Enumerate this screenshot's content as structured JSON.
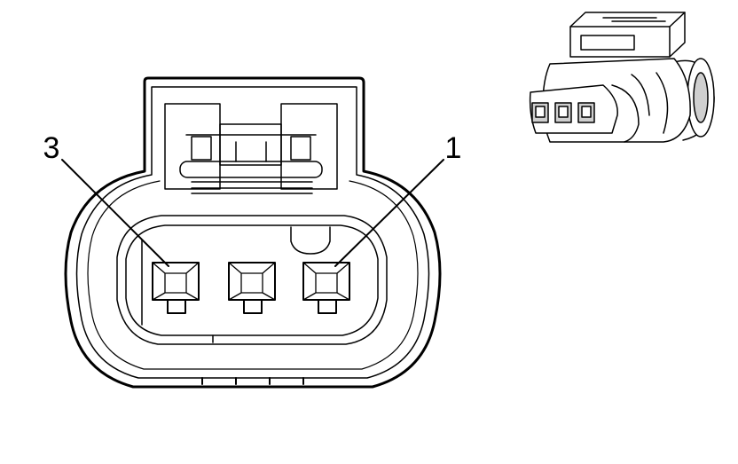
{
  "callouts": [
    {
      "id": "pin-3",
      "label": "3"
    },
    {
      "id": "pin-1",
      "label": "1"
    }
  ],
  "colors": {
    "line": "#000000",
    "background": "#ffffff",
    "shade": "#cfcfcf"
  }
}
